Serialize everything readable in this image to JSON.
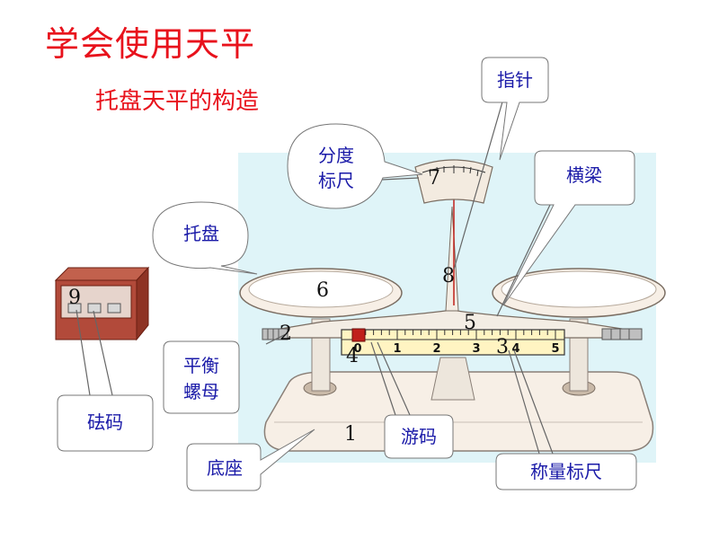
{
  "title": "学会使用天平",
  "subtitle": "托盘天平的构造",
  "callouts": {
    "pointer": "指针",
    "beam": "横梁",
    "scale_line1": "分度",
    "scale_line2": "标尺",
    "pan": "托盘",
    "nut_line1": "平衡",
    "nut_line2": "螺母",
    "weights": "砝码",
    "base": "底座",
    "rider": "游码",
    "beam_scale": "称量标尺"
  },
  "numbers": [
    "1",
    "2",
    "3",
    "4",
    "5",
    "6",
    "7",
    "8",
    "9"
  ],
  "ruler_ticks": [
    "0",
    "1",
    "2",
    "3",
    "4",
    "5"
  ],
  "colors": {
    "title": "#e8121c",
    "callout_text": "#1a1aa8",
    "background_panel": "#dff4f8",
    "balance_body": "#f7efe6",
    "ruler": "#fff4c2",
    "rider": "#c0201a",
    "weight_box": "#b24a3a"
  }
}
